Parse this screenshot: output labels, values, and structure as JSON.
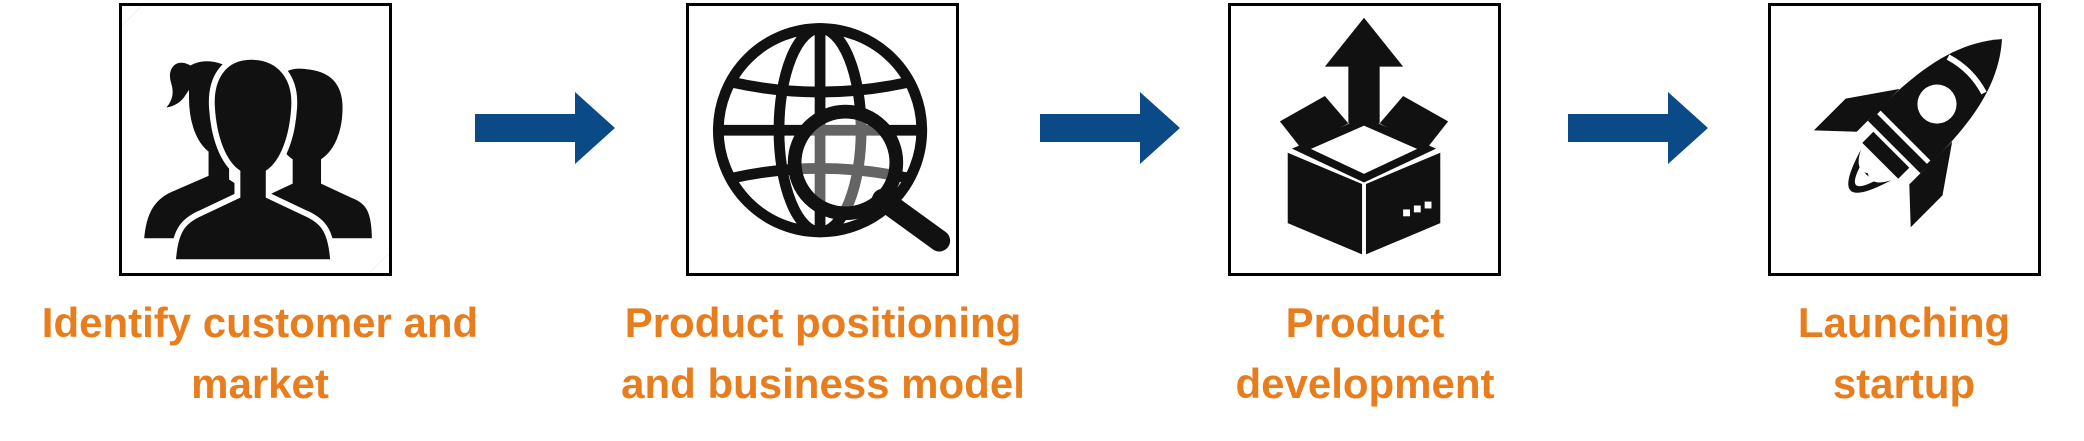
{
  "colors": {
    "label": "#E87D1E",
    "arrow": "#0A4A86",
    "icon": "#111111",
    "border": "#000000"
  },
  "steps": [
    {
      "icon": "people-silhouette-icon",
      "label": "Identify customer and market"
    },
    {
      "icon": "globe-search-icon",
      "label": "Product positioning and business model"
    },
    {
      "icon": "open-box-upload-icon",
      "label": "Product development"
    },
    {
      "icon": "rocket-icon",
      "label": "Launching startup"
    }
  ]
}
